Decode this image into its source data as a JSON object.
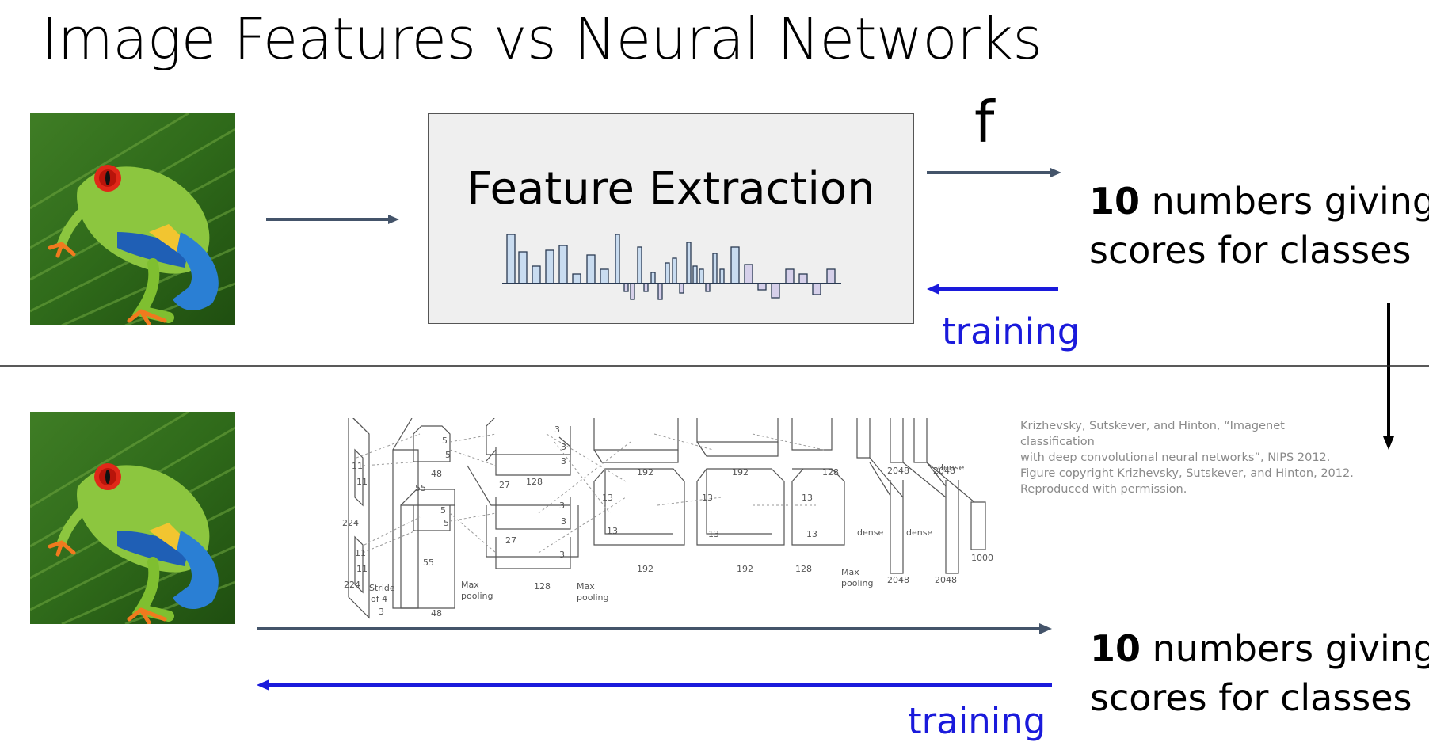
{
  "title": "Image Features vs Neural Networks",
  "top": {
    "box_label": "Feature Extraction",
    "f_label": "f",
    "output_bold": "10",
    "output_line1_rest": " numbers giving",
    "output_line2": "scores for classes",
    "training_label": "training"
  },
  "bottom": {
    "output_bold": "10",
    "output_line1_rest": " numbers giving",
    "output_line2": "scores for classes",
    "training_label": "training"
  },
  "citation": [
    "Krizhevsky, Sutskever, and Hinton, “Imagenet classification",
    "with deep convolutional neural networks”, NIPS 2012.",
    "Figure copyright Krizhevsky, Sutskever, and Hinton, 2012.",
    "Reproduced with permission."
  ],
  "network_labels": {
    "l11a": "11",
    "l11b": "11",
    "l224a": "224",
    "l11c": "11",
    "l11d": "11",
    "l224b": "224",
    "stride": "Stride",
    "of4": "of 4",
    "l3": "3",
    "l55a": "55",
    "l55b": "55",
    "l48a": "48",
    "l48b": "48",
    "l5a": "5",
    "l5b": "5",
    "l5c": "5",
    "l5d": "5",
    "l27a": "27",
    "l27b": "27",
    "l128a": "128",
    "l128b": "128",
    "l3a": "3",
    "l3b": "3",
    "l3c": "3",
    "l3d": "3",
    "l3e": "3",
    "l3f": "3",
    "l13a": "13",
    "l13b": "13",
    "l13c": "13",
    "l13d": "13",
    "l13e": "13",
    "l13f": "13",
    "l192a": "192",
    "l192b": "192",
    "l192c": "192",
    "l192d": "192",
    "l128c": "128",
    "l128d": "128",
    "maxpool": "Max",
    "pooling": "pooling",
    "dense": "dense",
    "l2048": "2048",
    "l1000": "1000"
  },
  "colors": {
    "arrow": "#44546a",
    "training": "#1a1adb",
    "histogram_fill": "#c9dcf0",
    "histogram_fill_neg": "#d6d0ea"
  },
  "icons": [
    "frog-image",
    "arrow-right-icon",
    "arrow-left-icon",
    "arrow-down-icon"
  ]
}
